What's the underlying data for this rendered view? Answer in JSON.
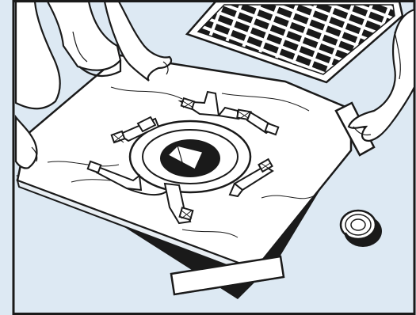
{
  "illustration": {
    "colors": {
      "background": "#dde9f3",
      "sheet": "#ffffff",
      "ink": "#1a1a1a",
      "shadow": "#d9dde1",
      "solar_cell": "#1a1a1a"
    },
    "objects": [
      "solar-panel",
      "plastic-sheet",
      "center-fixture",
      "strap-tabs",
      "tape-roll",
      "wooden-strips",
      "hands"
    ]
  }
}
